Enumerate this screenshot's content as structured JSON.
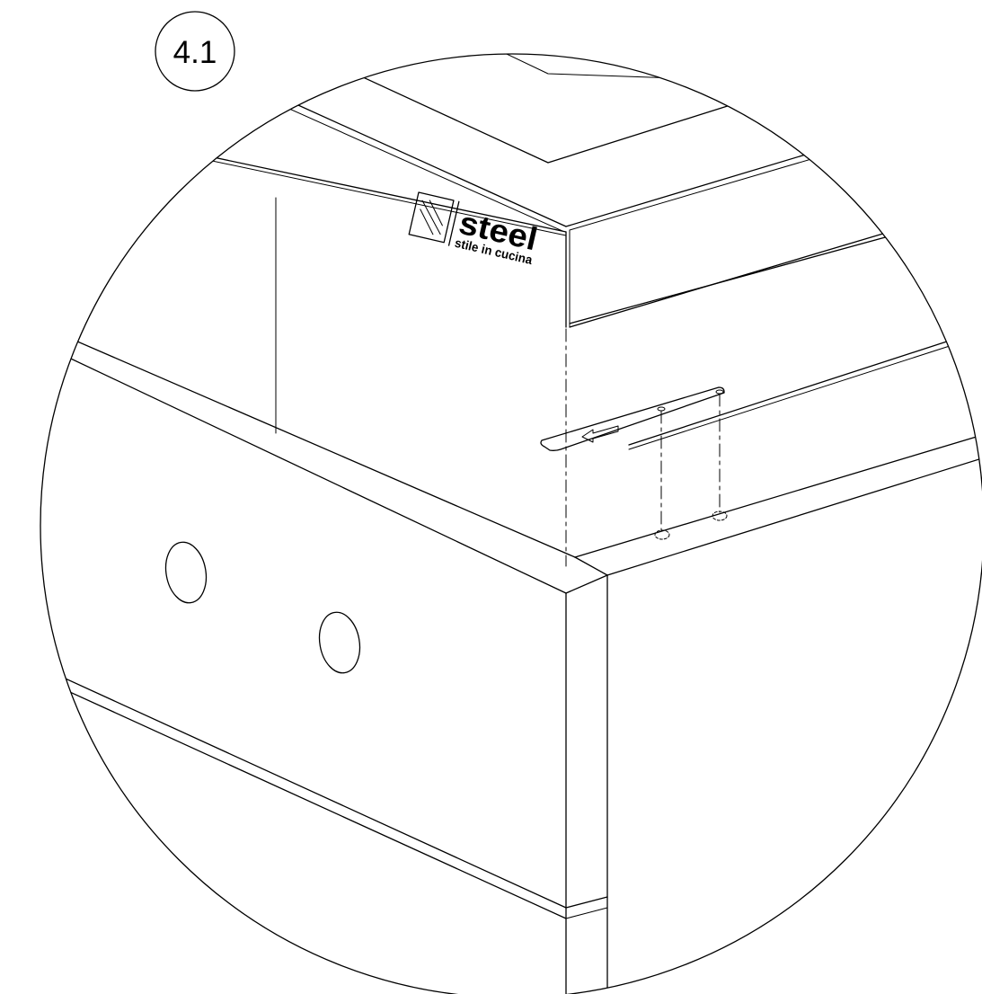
{
  "step": {
    "number": "4.1"
  },
  "brand": {
    "name": "steel",
    "tagline": "stile in cucina"
  },
  "colors": {
    "line": "#000000",
    "background": "#ffffff"
  },
  "icons": {
    "direction_arrow": "arrow-left-icon",
    "logo_mark": "steel-logo-icon"
  }
}
